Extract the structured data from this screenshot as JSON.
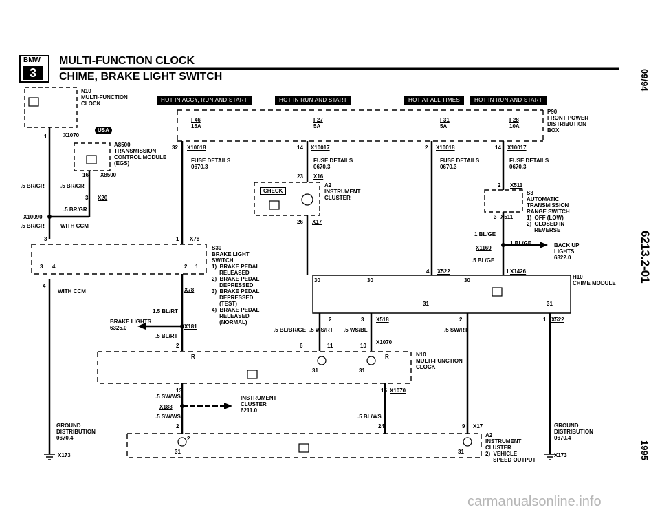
{
  "header": {
    "logo_top": "BMW",
    "logo_bottom": "3",
    "title": "MULTI-FUNCTION CLOCK",
    "subtitle": "CHIME, BRAKE LIGHT SWITCH",
    "side_top": "09/94",
    "side_mid": "6213.2-01",
    "side_bottom": "1995",
    "watermark": "carmanualsonline.info"
  },
  "power_labels": [
    "HOT IN ACCY, RUN AND START",
    "HOT IN RUN AND START",
    "HOT AT ALL TIMES",
    "HOT IN RUN AND START"
  ],
  "components": {
    "n10_top": "N10\nMULTI-FUNCTION\nCLOCK",
    "x1070_top": "X1070",
    "usa": "USA",
    "a8500": "A8500\nTRANSMISSION\nCONTROL MODULE\n(EGS)",
    "x8500": "X8500",
    "p90": "P90\nFRONT POWER\nDISTRIBUTION\nBOX",
    "f46": "F46\n15A",
    "f27": "F27\n5A",
    "f31": "F31\n5A",
    "f28": "F28\n10A",
    "x10018a": "X10018",
    "x10017a": "X10017",
    "x10018b": "X10018",
    "x10017b": "X10017",
    "fuse_1": "FUSE DETAILS\n0670.3",
    "fuse_2": "FUSE DETAILS\n0670.3",
    "fuse_3": "FUSE DETAILS\n0670.3",
    "fuse_4": "FUSE DETAILS\n0670.3",
    "x16": "X16",
    "a2": "A2\nINSTRUMENT\nCLUSTER",
    "check": "CHECK",
    "x17_top": "X17",
    "x511a": "X511",
    "s3": "S3\nAUTOMATIC\nTRANSMISSION\nRANGE SWITCH\n1)  OFF (LOW)\n2)  CLOSED IN\n     REVERSE",
    "x511b": "X511",
    "backup": "BACK UP\nLIGHTS\n6322.0",
    "x1169": "X1169",
    "bl_ge1": "1 BL/GE",
    "bl_ge2": "1 BL/GE",
    "bl_ge3": ".5 BL/GE",
    "x522a": "X522",
    "x1426": "X1426",
    "h10": "H10\nCHIME MODULE",
    "s30": "S30\nBRAKE LIGHT\nSWITCH\n1)  BRAKE PEDAL\n     RELEASED\n2)  BRAKE PEDAL\n     DEPRESSED\n3)  BRAKE PEDAL\n     DEPRESSED\n     (TEST)\n4)  BRAKE PEDAL\n     RELEASED\n     (NORMAL)",
    "x78a": "X78",
    "x78b": "X78",
    "x181": "X181",
    "brake_lights": "BRAKE LIGHTS\n6325.0",
    "w_5brgr1": ".5 BR/GR",
    "w_5brgr2": ".5 BR/GR",
    "w_5brgr3": ".5 BR/GR",
    "w_5brgr4": ".5 BR/GR",
    "x20": "X20",
    "x10090": "X10090",
    "with_ccm1": "WITH CCM",
    "with_ccm2": "WITH CCM",
    "w_15blrt": "1.5 BL/RT",
    "w_5blrt": ".5 BL/RT",
    "w_5blbrge": ".5 BL/BR/GE",
    "w_5wsrt": ".5 WS/RT",
    "w_5wsbl": ".5 WS/BL",
    "x518": "X518",
    "w_5swrt": ".5 SW/RT",
    "x522b": "X522",
    "x1070b": "X1070",
    "n10_mid": "N10\nMULTI-FUNCTION\nCLOCK",
    "x1070c": "X1070",
    "w_5swws1": ".5 SW/WS",
    "w_5swws2": ".5 SW/WS",
    "x188": "X188",
    "ic_ref": "INSTRUMENT\nCLUSTER\n6211.0",
    "w_5blws": ".5 BL/WS",
    "x17_bot": "X17",
    "a2_bot": "A2\nINSTRUMENT\nCLUSTER\n2)  VEHICLE\n     SPEED OUTPUT",
    "gnd_left": "GROUND\nDISTRIBUTION\n0670.4",
    "gnd_right": "GROUND\nDISTRIBUTION\n0670.4",
    "x173a": "X173",
    "x173b": "X173"
  },
  "pins": {
    "p1": "1",
    "p32": "32",
    "p14": "14",
    "p2": "2",
    "p14b": "14",
    "p16": "16",
    "p3": "3",
    "p23": "23",
    "p26": "26",
    "p2b": "2",
    "p3b": "3",
    "p1b": "1",
    "p3c": "3",
    "p1c": "1",
    "p2c": "2",
    "p3d": "3",
    "p4": "4",
    "p4b": "4",
    "p4c": "4",
    "p1d": "1",
    "p30a": "30",
    "p30b": "30",
    "p30c": "30",
    "p31a": "31",
    "p31b": "31",
    "p2d": "2",
    "p3e": "3",
    "p2e": "2",
    "p1e": "1",
    "p2f": "2",
    "p6": "6",
    "p11": "11",
    "p10": "10",
    "p31c": "31",
    "p31d": "31",
    "p13": "13",
    "p15": "15",
    "p2g": "2",
    "p24": "24",
    "p9": "9",
    "p2h": "2",
    "p31e": "31",
    "p31f": "31",
    "pR1": "R",
    "pR2": "R"
  }
}
